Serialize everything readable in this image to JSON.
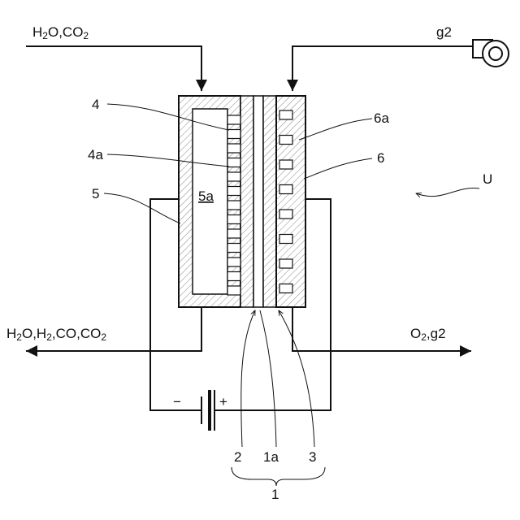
{
  "inlet_left": {
    "parts": [
      [
        "H",
        ""
      ],
      [
        "2",
        "sub"
      ],
      [
        "O,CO",
        ""
      ],
      [
        "2",
        "sub"
      ]
    ]
  },
  "inlet_right": {
    "text": "g2"
  },
  "outlet_left": {
    "parts": [
      [
        "H",
        ""
      ],
      [
        "2",
        "sub"
      ],
      [
        "O,H",
        ""
      ],
      [
        "2",
        "sub"
      ],
      [
        ",CO,CO",
        ""
      ],
      [
        "2",
        "sub"
      ]
    ]
  },
  "outlet_right": {
    "parts": [
      [
        "O",
        ""
      ],
      [
        "2",
        "sub"
      ],
      [
        ",g2",
        ""
      ]
    ]
  },
  "labels": {
    "l4": "4",
    "l4a": "4a",
    "l5": "5",
    "l5a": "5a",
    "l6a": "6a",
    "l6": "6",
    "lU": "U",
    "l2": "2",
    "l1a": "1a",
    "l3": "3",
    "l1": "1"
  },
  "battery": {
    "minus": "−",
    "plus": "+"
  }
}
